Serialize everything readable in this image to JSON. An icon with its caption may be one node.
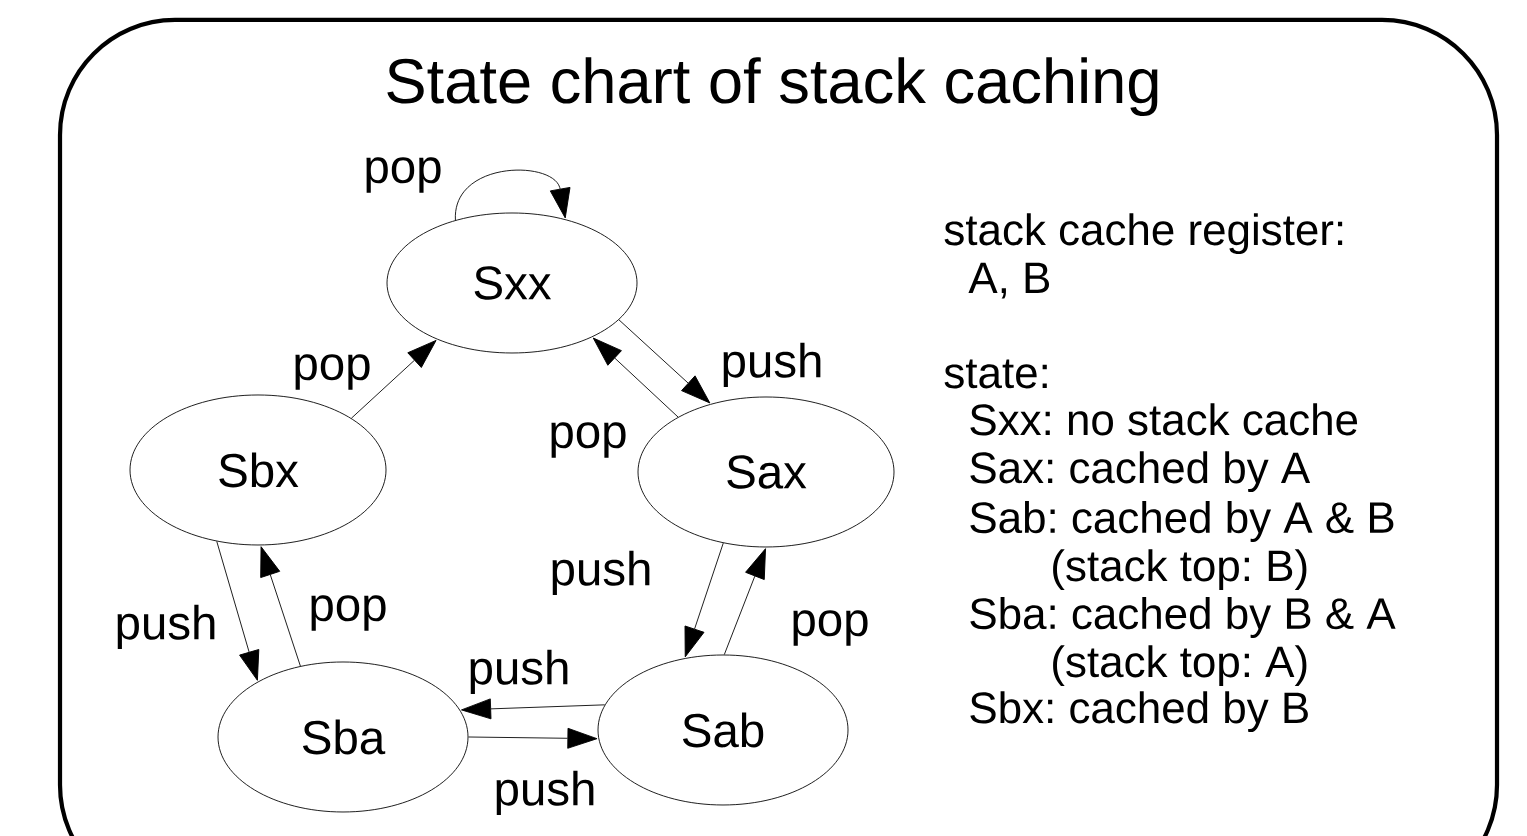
{
  "diagram": {
    "title": "State chart of stack caching",
    "nodes": [
      {
        "text": [
          "Sxx"
        ]
      },
      {
        "text": [
          "Sbx"
        ]
      },
      {
        "text": [
          "Sax"
        ]
      },
      {
        "text": [
          "Sba"
        ]
      },
      {
        "text": [
          "Sab"
        ]
      }
    ],
    "edges": [
      {
        "from": 0,
        "to": 0,
        "arrow": "to",
        "label": "pop"
      },
      {
        "from": 1,
        "to": 0,
        "arrow": "to",
        "label": "pop"
      },
      {
        "from": 0,
        "to": 2,
        "arrow": "to",
        "label": "push"
      },
      {
        "from": 2,
        "to": 0,
        "arrow": "to",
        "label": "pop"
      },
      {
        "from": 1,
        "to": 3,
        "arrow": "to",
        "label": "push"
      },
      {
        "from": 3,
        "to": 1,
        "arrow": "to",
        "label": "pop"
      },
      {
        "from": 2,
        "to": 4,
        "arrow": "to",
        "label": "push"
      },
      {
        "from": 4,
        "to": 2,
        "arrow": "to",
        "label": "pop"
      },
      {
        "from": 4,
        "to": 3,
        "arrow": "to",
        "label": "push"
      },
      {
        "from": 3,
        "to": 4,
        "arrow": "to",
        "label": "push"
      }
    ],
    "labels": [
      "stack cache register:",
      "A, B",
      "state:",
      "Sxx: no stack cache",
      "Sax: cached by A",
      "Sab: cached by A & B (stack top: B)",
      "Sba: cached by B & A (stack top: A)",
      "Sbx: cached by B"
    ]
  }
}
